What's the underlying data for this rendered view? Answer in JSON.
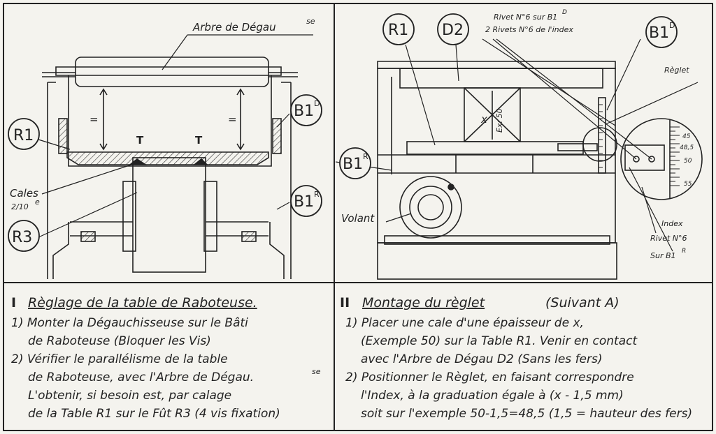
{
  "left_figure": {
    "shaft_label": "Arbre de Dégau",
    "shaft_sup": "se",
    "bubble_r1": "R1",
    "bubble_b1d": "B1",
    "bubble_b1d_sup": "D",
    "bubble_b1r": "B1",
    "bubble_b1r_sup": "R",
    "bubble_r3": "R3",
    "cales_label": "Cales",
    "cales_value": "2/10",
    "cales_sup": "e",
    "parallel_mark": "=",
    "screw_mark": "T"
  },
  "right_figure": {
    "bubble_r1": "R1",
    "bubble_d2": "D2",
    "bubble_b1d": "B1",
    "bubble_b1d_sup": "D",
    "bubble_b1r": "B1",
    "bubble_b1r_sup": "R",
    "rivet_top_1": "Rivet N°6 sur B1",
    "rivet_top_1_sup": "D",
    "rivet_top_2": "2 Rivets N°6 de l'index",
    "reglet_label": "Règlet",
    "volant_label": "Volant",
    "index_label": "Index",
    "rivet_bottom_1": "Rivet N°6",
    "rivet_bottom_2": "Sur B1",
    "rivet_bottom_2_sup": "R",
    "block_x": "x",
    "block_ex": "Ex: 50",
    "scale_45": "45",
    "scale_485": "48,5",
    "scale_50": "50",
    "scale_55": "55"
  },
  "section_1": {
    "title_num": "I",
    "title": "Règlage de la table de Raboteuse.",
    "lines": [
      "1) Monter la Dégauchisseuse sur le Bâti",
      "de Raboteuse (Bloquer les Vis)",
      "2) Vérifier le parallélisme de la table",
      "de Raboteuse, avec l'Arbre de Dégau.",
      "L'obtenir, si besoin est, par calage",
      "de la Table R1 sur le Fût R3 (4 vis fixation)"
    ],
    "sup_se": "se"
  },
  "section_2": {
    "title_num": "II",
    "title": "Montage du règlet",
    "title_note": "(Suivant A)",
    "lines": [
      "1) Placer une cale d'une épaisseur de x,",
      "(Exemple 50) sur la Table R1. Venir en contact",
      "avec l'Arbre de Dégau D2 (Sans les fers)",
      "2) Positionner le Règlet, en faisant correspondre",
      "l'Index, à la graduation égale à (x - 1,5 mm)",
      "soit sur l'exemple 50-1,5=48,5 (1,5 = hauteur des fers)"
    ]
  }
}
